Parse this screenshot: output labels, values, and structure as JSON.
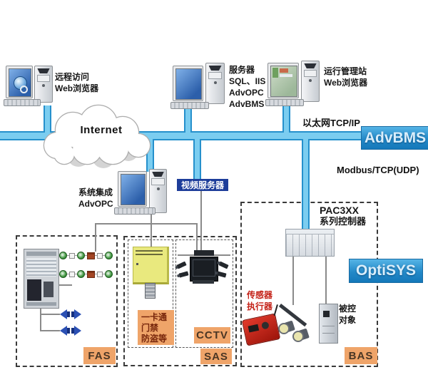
{
  "colors": {
    "line_blue": "#7bcdf0",
    "line_edge": "#2590cc",
    "brand_light": "#55b4e6",
    "brand_dark": "#1478ba",
    "zone_orange": "#efa469",
    "video_navy": "#1d3d9a",
    "alert_red": "#c42218",
    "wire_gray": "#8a8a8a"
  },
  "network": {
    "internet": "Internet",
    "ethernet_label": "以太网TCP/IP",
    "modbus_label": "Modbus/TCP(UDP)"
  },
  "branding": {
    "advbms": "AdvBMS",
    "optisys": "OptiSYS"
  },
  "stations": {
    "remote": {
      "line1": "远程访问",
      "line2": "Web浏览器"
    },
    "server": {
      "line1": "服务器",
      "line2": "SQL、IIS",
      "line3": "AdvOPC",
      "line4": "AdvBMS"
    },
    "mgmt": {
      "line1": "运行管理站",
      "line2": "Web浏览器"
    },
    "integration": {
      "line1": "系统集成",
      "line2": "AdvOPC"
    },
    "video_server": {
      "label": "视频服务器"
    }
  },
  "bas": {
    "plc_line1": "PAC3XX",
    "plc_line2": "系列控制器",
    "sensor_line1": "传感器",
    "sensor_line2": "执行器",
    "controlled_line1": "被控",
    "controlled_line2": "对象",
    "zone": "BAS"
  },
  "fas": {
    "zone": "FAS",
    "detector_pattern": [
      "g",
      "w",
      "g",
      "r",
      "w",
      "g"
    ],
    "detector_rows": 2
  },
  "sas": {
    "zone": "SAS",
    "cctv": "CCTV",
    "access_line1": "一卡通",
    "access_line2": "门禁",
    "access_line3": "防盗等"
  }
}
